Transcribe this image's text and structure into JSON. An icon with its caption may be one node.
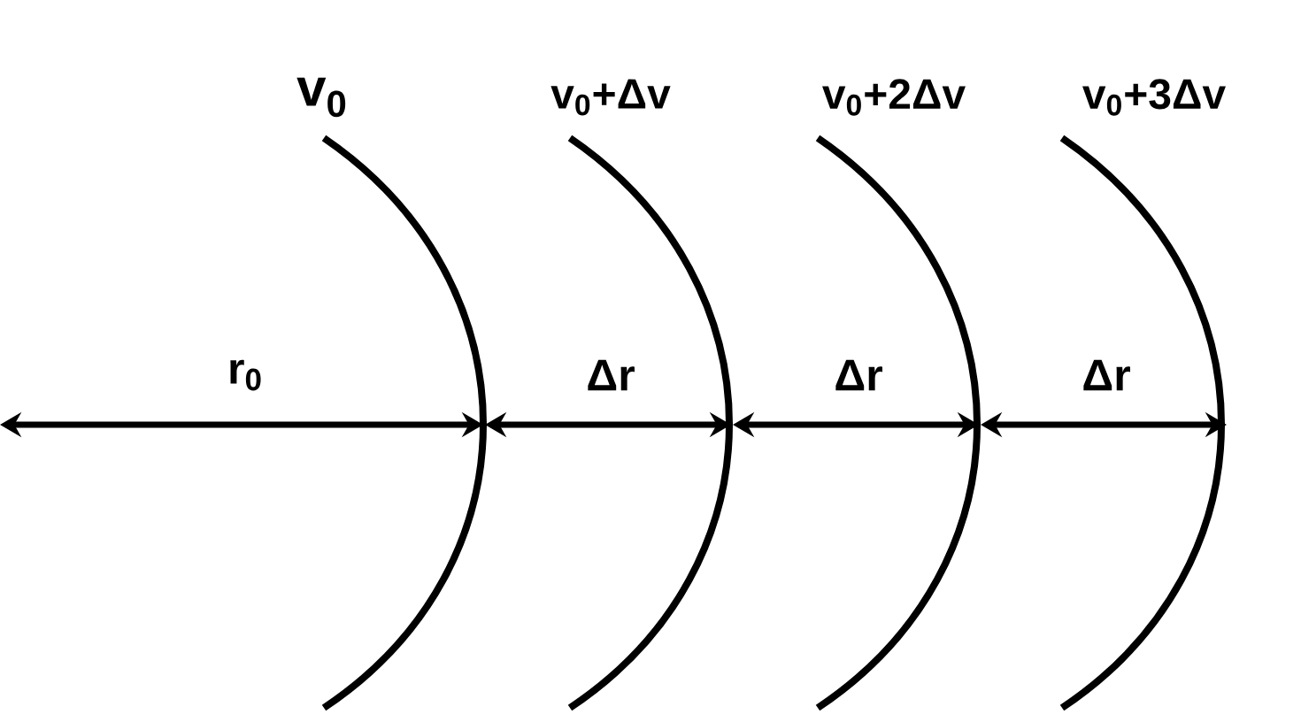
{
  "diagram": {
    "nodes": [
      {
        "text": [
          "v$_{0}$"
        ]
      },
      {
        "text": [
          "v$_{0}$+Δv"
        ]
      },
      {
        "text": [
          "v$_{0}$+2Δv"
        ]
      },
      {
        "text": [
          "v$_{0}$+3Δv"
        ]
      }
    ],
    "edges": [
      {
        "from": null,
        "to": 0,
        "arrow": "both",
        "label": "r$_{0}$"
      },
      {
        "from": 0,
        "to": 1,
        "arrow": "both",
        "label": "Δr"
      },
      {
        "from": 1,
        "to": 2,
        "arrow": "both",
        "label": "Δr"
      },
      {
        "from": 2,
        "to": 3,
        "arrow": "both",
        "label": "Δr"
      }
    ]
  }
}
